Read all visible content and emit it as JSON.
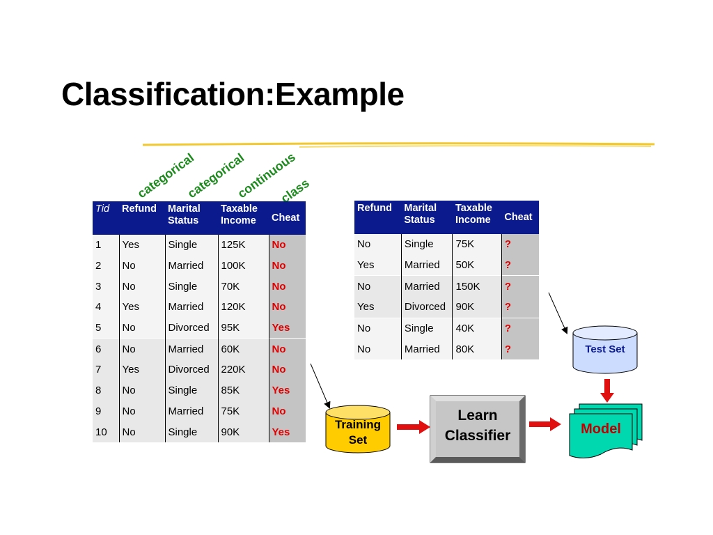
{
  "title": "Classification:Example",
  "attribute_types": [
    "categorical",
    "categorical",
    "continuous",
    "class"
  ],
  "training_table": {
    "headers": [
      "Tid",
      "Refund",
      "Marital Status",
      "Taxable Income",
      "Cheat"
    ],
    "rows": [
      [
        "1",
        "Yes",
        "Single",
        "125K",
        "No"
      ],
      [
        "2",
        "No",
        "Married",
        "100K",
        "No"
      ],
      [
        "3",
        "No",
        "Single",
        "70K",
        "No"
      ],
      [
        "4",
        "Yes",
        "Married",
        "120K",
        "No"
      ],
      [
        "5",
        "No",
        "Divorced",
        "95K",
        "Yes"
      ],
      [
        "6",
        "No",
        "Married",
        "60K",
        "No"
      ],
      [
        "7",
        "Yes",
        "Divorced",
        "220K",
        "No"
      ],
      [
        "8",
        "No",
        "Single",
        "85K",
        "Yes"
      ],
      [
        "9",
        "No",
        "Married",
        "75K",
        "No"
      ],
      [
        "10",
        "No",
        "Single",
        "90K",
        "Yes"
      ]
    ]
  },
  "test_table": {
    "headers": [
      "Refund",
      "Marital Status",
      "Taxable Income",
      "Cheat"
    ],
    "rows": [
      [
        "No",
        "Single",
        "75K",
        "?"
      ],
      [
        "Yes",
        "Married",
        "50K",
        "?"
      ],
      [
        "No",
        "Married",
        "150K",
        "?"
      ],
      [
        "Yes",
        "Divorced",
        "90K",
        "?"
      ],
      [
        "No",
        "Single",
        "40K",
        "?"
      ],
      [
        "No",
        "Married",
        "80K",
        "?"
      ]
    ]
  },
  "diagram": {
    "training_set": "Training Set",
    "learn_classifier": "Learn Classifier",
    "test_set": "Test Set",
    "model": "Model"
  },
  "colors": {
    "header_bg": "#0b1a8c",
    "class_text": "#e00000",
    "attr_tag": "#1d8a1d",
    "training_cyl": "#ffcc00",
    "test_cyl": "#ccdcff",
    "model": "#00d8b0",
    "arrow": "#e01010"
  }
}
